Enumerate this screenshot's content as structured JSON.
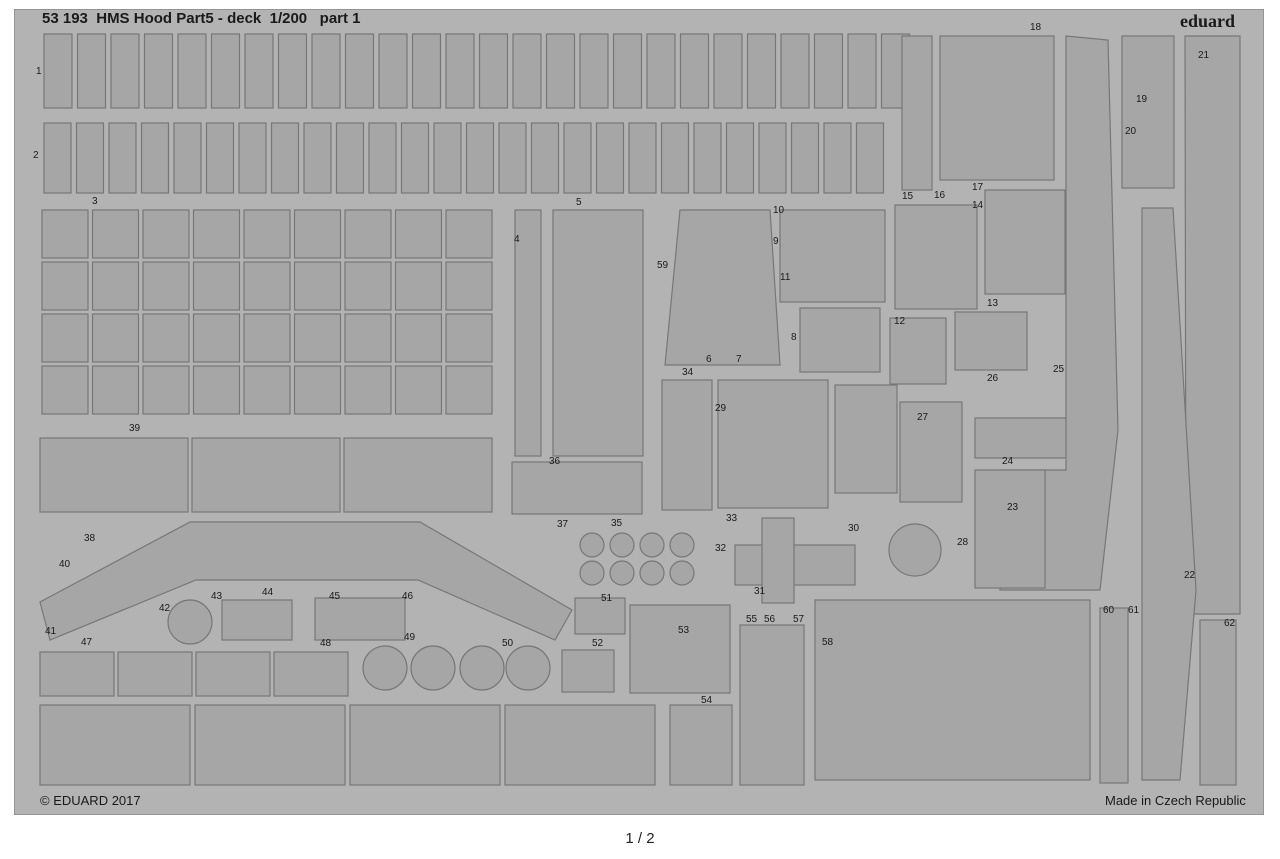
{
  "sheet": {
    "code": "53 193",
    "name": "HMS Hood Part5 - deck",
    "scale": "1/200",
    "part": "part 1",
    "brand": "eduard",
    "copyright": "© EDUARD 2017",
    "origin": "Made in Czech Republic"
  },
  "pagination": {
    "label": "1 / 2"
  },
  "part_numbers": [
    "1",
    "2",
    "3",
    "4",
    "5",
    "6",
    "7",
    "8",
    "9",
    "10",
    "11",
    "12",
    "13",
    "14",
    "15",
    "16",
    "17",
    "18",
    "19",
    "20",
    "21",
    "22",
    "23",
    "24",
    "25",
    "26",
    "27",
    "28",
    "29",
    "30",
    "31",
    "32",
    "33",
    "34",
    "35",
    "36",
    "37",
    "38",
    "39",
    "40",
    "41",
    "42",
    "43",
    "44",
    "45",
    "46",
    "47",
    "48",
    "49",
    "50",
    "51",
    "52",
    "53",
    "54",
    "55",
    "56",
    "57",
    "58",
    "59",
    "60",
    "61",
    "62"
  ],
  "colors": {
    "fret": "#b3b3b3",
    "part": "#a6a6a6",
    "outline": "#777777",
    "text": "#1a1a1a"
  }
}
